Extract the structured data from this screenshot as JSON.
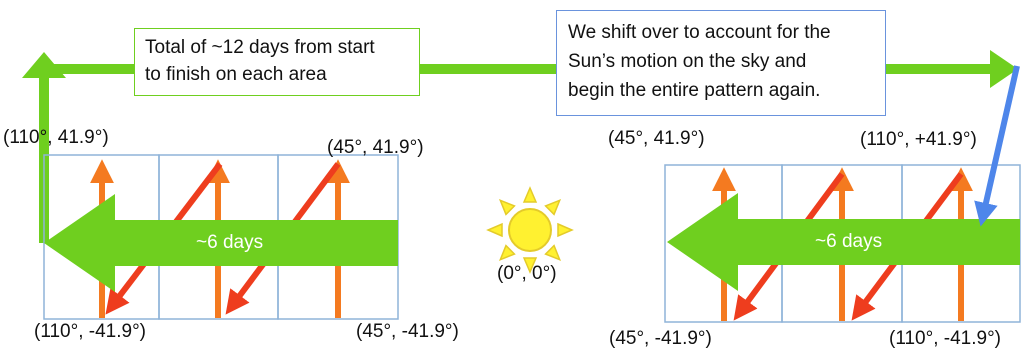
{
  "notes": {
    "total_time": [
      "Total of ~12 days from start",
      "to finish on each area"
    ],
    "shift": [
      "We shift over to account for the",
      "Sun’s motion on the sky and",
      "begin the entire pattern again."
    ]
  },
  "arrows": {
    "left_block": "~6 days",
    "right_block": "~6 days"
  },
  "coordinates": {
    "left_top_left": "(110°, 41.9°)",
    "left_top_right": "(45°, 41.9°)",
    "left_bottom_left": "(110°, -41.9°)",
    "left_bottom_right": "(45°, -41.9°)",
    "sun": "(0°, 0°)",
    "right_top_left": "(45°, 41.9°)",
    "right_top_right": "(110°, +41.9°)",
    "right_bottom_left": "(45°, -41.9°)",
    "right_bottom_right": "(110°, -41.9°)"
  },
  "colors": {
    "green": "#6fcf1f",
    "grid": "#8fb4d9",
    "orange": "#f47a20",
    "red": "#ee3d1e",
    "blue": "#4e86ea",
    "sun_fill": "#fff130",
    "sun_stroke": "#e4cb2a"
  }
}
